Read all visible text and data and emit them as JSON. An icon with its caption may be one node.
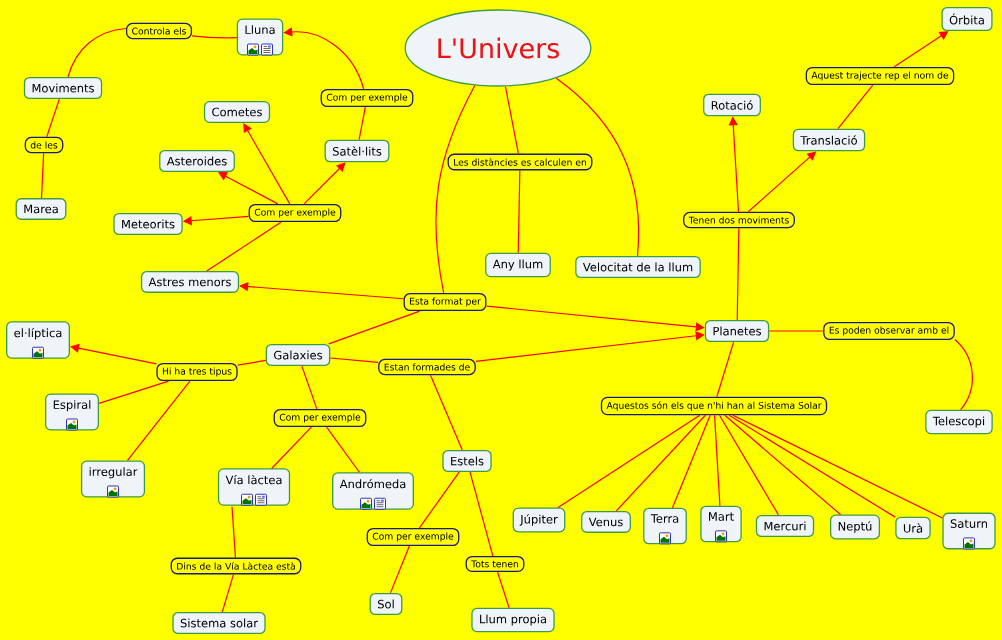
{
  "diagram": {
    "nodes": [
      {
        "text": [
          "L'Univers"
        ]
      },
      {
        "text": [
          "Lluna"
        ]
      },
      {
        "text": [
          "Controla els"
        ]
      },
      {
        "text": [
          "Moviments"
        ]
      },
      {
        "text": [
          "de les"
        ]
      },
      {
        "text": [
          "Marea"
        ]
      },
      {
        "text": [
          "Com per exemple"
        ]
      },
      {
        "text": [
          "Satèl·lits"
        ]
      },
      {
        "text": [
          "Cometes"
        ]
      },
      {
        "text": [
          "Asteroides"
        ]
      },
      {
        "text": [
          "Com per exemple"
        ]
      },
      {
        "text": [
          "Meteorits"
        ]
      },
      {
        "text": [
          "Astres menors"
        ]
      },
      {
        "text": [
          "Les distàncies es calculen en"
        ]
      },
      {
        "text": [
          "Any llum"
        ]
      },
      {
        "text": [
          "Velocitat de la llum"
        ]
      },
      {
        "text": [
          "Esta format per"
        ]
      },
      {
        "text": [
          "Rotació"
        ]
      },
      {
        "text": [
          "Translació"
        ]
      },
      {
        "text": [
          "Aquest trajecte rep el nom de"
        ]
      },
      {
        "text": [
          "Órbita"
        ]
      },
      {
        "text": [
          "Tenen dos moviments"
        ]
      },
      {
        "text": [
          "el·líptica"
        ]
      },
      {
        "text": [
          "Galaxies"
        ]
      },
      {
        "text": [
          "Hi ha tres tipus"
        ]
      },
      {
        "text": [
          "Estan formades de"
        ]
      },
      {
        "text": [
          "Planetes"
        ]
      },
      {
        "text": [
          "Es poden observar amb el"
        ]
      },
      {
        "text": [
          "Espiral"
        ]
      },
      {
        "text": [
          "irregular"
        ]
      },
      {
        "text": [
          "Com per exemple"
        ]
      },
      {
        "text": [
          "Vía làctea"
        ]
      },
      {
        "text": [
          "Andrómeda"
        ]
      },
      {
        "text": [
          "Estels"
        ]
      },
      {
        "text": [
          "Aquestos són els que n'hi han al Sistema Solar"
        ]
      },
      {
        "text": [
          "Telescopi"
        ]
      },
      {
        "text": [
          "Com per exemple"
        ]
      },
      {
        "text": [
          "Tots tenen"
        ]
      },
      {
        "text": [
          "Dins de la Vía Làctea està"
        ]
      },
      {
        "text": [
          "Sistema solar"
        ]
      },
      {
        "text": [
          "Sol"
        ]
      },
      {
        "text": [
          "Llum propia"
        ]
      },
      {
        "text": [
          "Júpiter"
        ]
      },
      {
        "text": [
          "Venus"
        ]
      },
      {
        "text": [
          "Terra"
        ]
      },
      {
        "text": [
          "Mart"
        ]
      },
      {
        "text": [
          "Mercuri"
        ]
      },
      {
        "text": [
          "Neptú"
        ]
      },
      {
        "text": [
          "Urà"
        ]
      },
      {
        "text": [
          "Saturn"
        ]
      }
    ],
    "edges": [
      {
        "from": 1,
        "to": 2,
        "arrow": "none"
      },
      {
        "from": 2,
        "to": 3,
        "arrow": "none"
      },
      {
        "from": 3,
        "to": 4,
        "arrow": "none"
      },
      {
        "from": 4,
        "to": 5,
        "arrow": "none"
      },
      {
        "from": 7,
        "to": 6,
        "arrow": "none"
      },
      {
        "from": 6,
        "to": 1,
        "arrow": "to"
      },
      {
        "from": 12,
        "to": 10,
        "arrow": "none"
      },
      {
        "from": 10,
        "to": 8,
        "arrow": "to"
      },
      {
        "from": 10,
        "to": 9,
        "arrow": "to"
      },
      {
        "from": 10,
        "to": 11,
        "arrow": "to"
      },
      {
        "from": 10,
        "to": 7,
        "arrow": "to"
      },
      {
        "from": 0,
        "to": 13,
        "arrow": "none"
      },
      {
        "from": 13,
        "to": 14,
        "arrow": "none"
      },
      {
        "from": 0,
        "to": 15,
        "arrow": "none"
      },
      {
        "from": 0,
        "to": 16,
        "arrow": "none"
      },
      {
        "from": 16,
        "to": 12,
        "arrow": "to"
      },
      {
        "from": 16,
        "to": 23,
        "arrow": "none"
      },
      {
        "from": 16,
        "to": 26,
        "arrow": "to"
      },
      {
        "from": 23,
        "to": 25,
        "arrow": "none"
      },
      {
        "from": 25,
        "to": 26,
        "arrow": "to"
      },
      {
        "from": 25,
        "to": 33,
        "arrow": "none"
      },
      {
        "from": 23,
        "to": 24,
        "arrow": "none"
      },
      {
        "from": 24,
        "to": 22,
        "arrow": "to"
      },
      {
        "from": 24,
        "to": 28,
        "arrow": "none"
      },
      {
        "from": 24,
        "to": 29,
        "arrow": "none"
      },
      {
        "from": 23,
        "to": 30,
        "arrow": "none"
      },
      {
        "from": 30,
        "to": 31,
        "arrow": "none"
      },
      {
        "from": 30,
        "to": 32,
        "arrow": "none"
      },
      {
        "from": 31,
        "to": 38,
        "arrow": "none"
      },
      {
        "from": 38,
        "to": 39,
        "arrow": "none"
      },
      {
        "from": 33,
        "to": 36,
        "arrow": "none"
      },
      {
        "from": 36,
        "to": 40,
        "arrow": "none"
      },
      {
        "from": 33,
        "to": 37,
        "arrow": "none"
      },
      {
        "from": 37,
        "to": 41,
        "arrow": "none"
      },
      {
        "from": 26,
        "to": 21,
        "arrow": "none"
      },
      {
        "from": 21,
        "to": 17,
        "arrow": "to"
      },
      {
        "from": 21,
        "to": 18,
        "arrow": "to"
      },
      {
        "from": 18,
        "to": 19,
        "arrow": "none"
      },
      {
        "from": 19,
        "to": 20,
        "arrow": "to"
      },
      {
        "from": 26,
        "to": 27,
        "arrow": "none"
      },
      {
        "from": 27,
        "to": 35,
        "arrow": "none"
      },
      {
        "from": 34,
        "to": 42,
        "arrow": "none"
      },
      {
        "from": 34,
        "to": 43,
        "arrow": "none"
      },
      {
        "from": 34,
        "to": 44,
        "arrow": "none"
      },
      {
        "from": 34,
        "to": 45,
        "arrow": "none"
      },
      {
        "from": 34,
        "to": 46,
        "arrow": "none"
      },
      {
        "from": 34,
        "to": 47,
        "arrow": "none"
      },
      {
        "from": 34,
        "to": 48,
        "arrow": "none"
      },
      {
        "from": 34,
        "to": 49,
        "arrow": "none"
      },
      {
        "from": 26,
        "to": 34,
        "arrow": "none"
      }
    ]
  }
}
